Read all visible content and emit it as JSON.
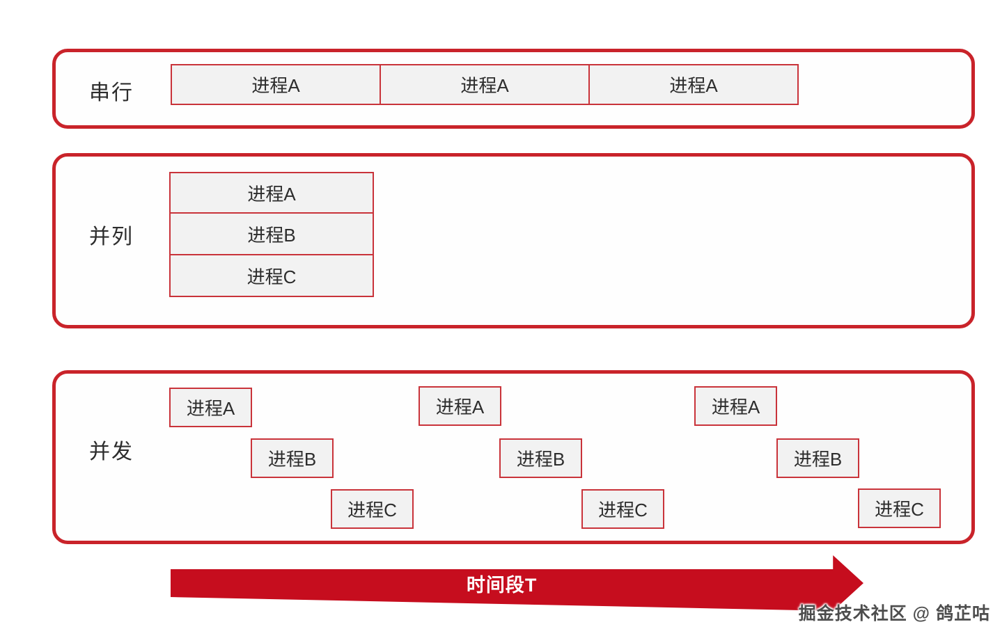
{
  "sections": {
    "serial": {
      "label": "串行",
      "boxes": [
        "进程A",
        "进程A",
        "进程A"
      ]
    },
    "parallel": {
      "label": "并列",
      "boxes": [
        "进程A",
        "进程B",
        "进程C"
      ]
    },
    "concurrent": {
      "label": "并发",
      "groups": [
        [
          "进程A",
          "进程B",
          "进程C"
        ],
        [
          "进程A",
          "进程B",
          "进程C"
        ],
        [
          "进程A",
          "进程B",
          "进程C"
        ]
      ]
    }
  },
  "timeline": {
    "label": "时间段T"
  },
  "watermark": {
    "text": "掘金技术社区 @ 鸽芷咕"
  },
  "colors": {
    "container_border": "#c9232a",
    "box_border": "#c9333a",
    "box_fill": "#f2f2f2",
    "arrow_fill": "#c60d1e",
    "arrow_text": "#ffffff",
    "label_text": "#2d2d2d",
    "watermark_text": "#4d4d4d"
  }
}
